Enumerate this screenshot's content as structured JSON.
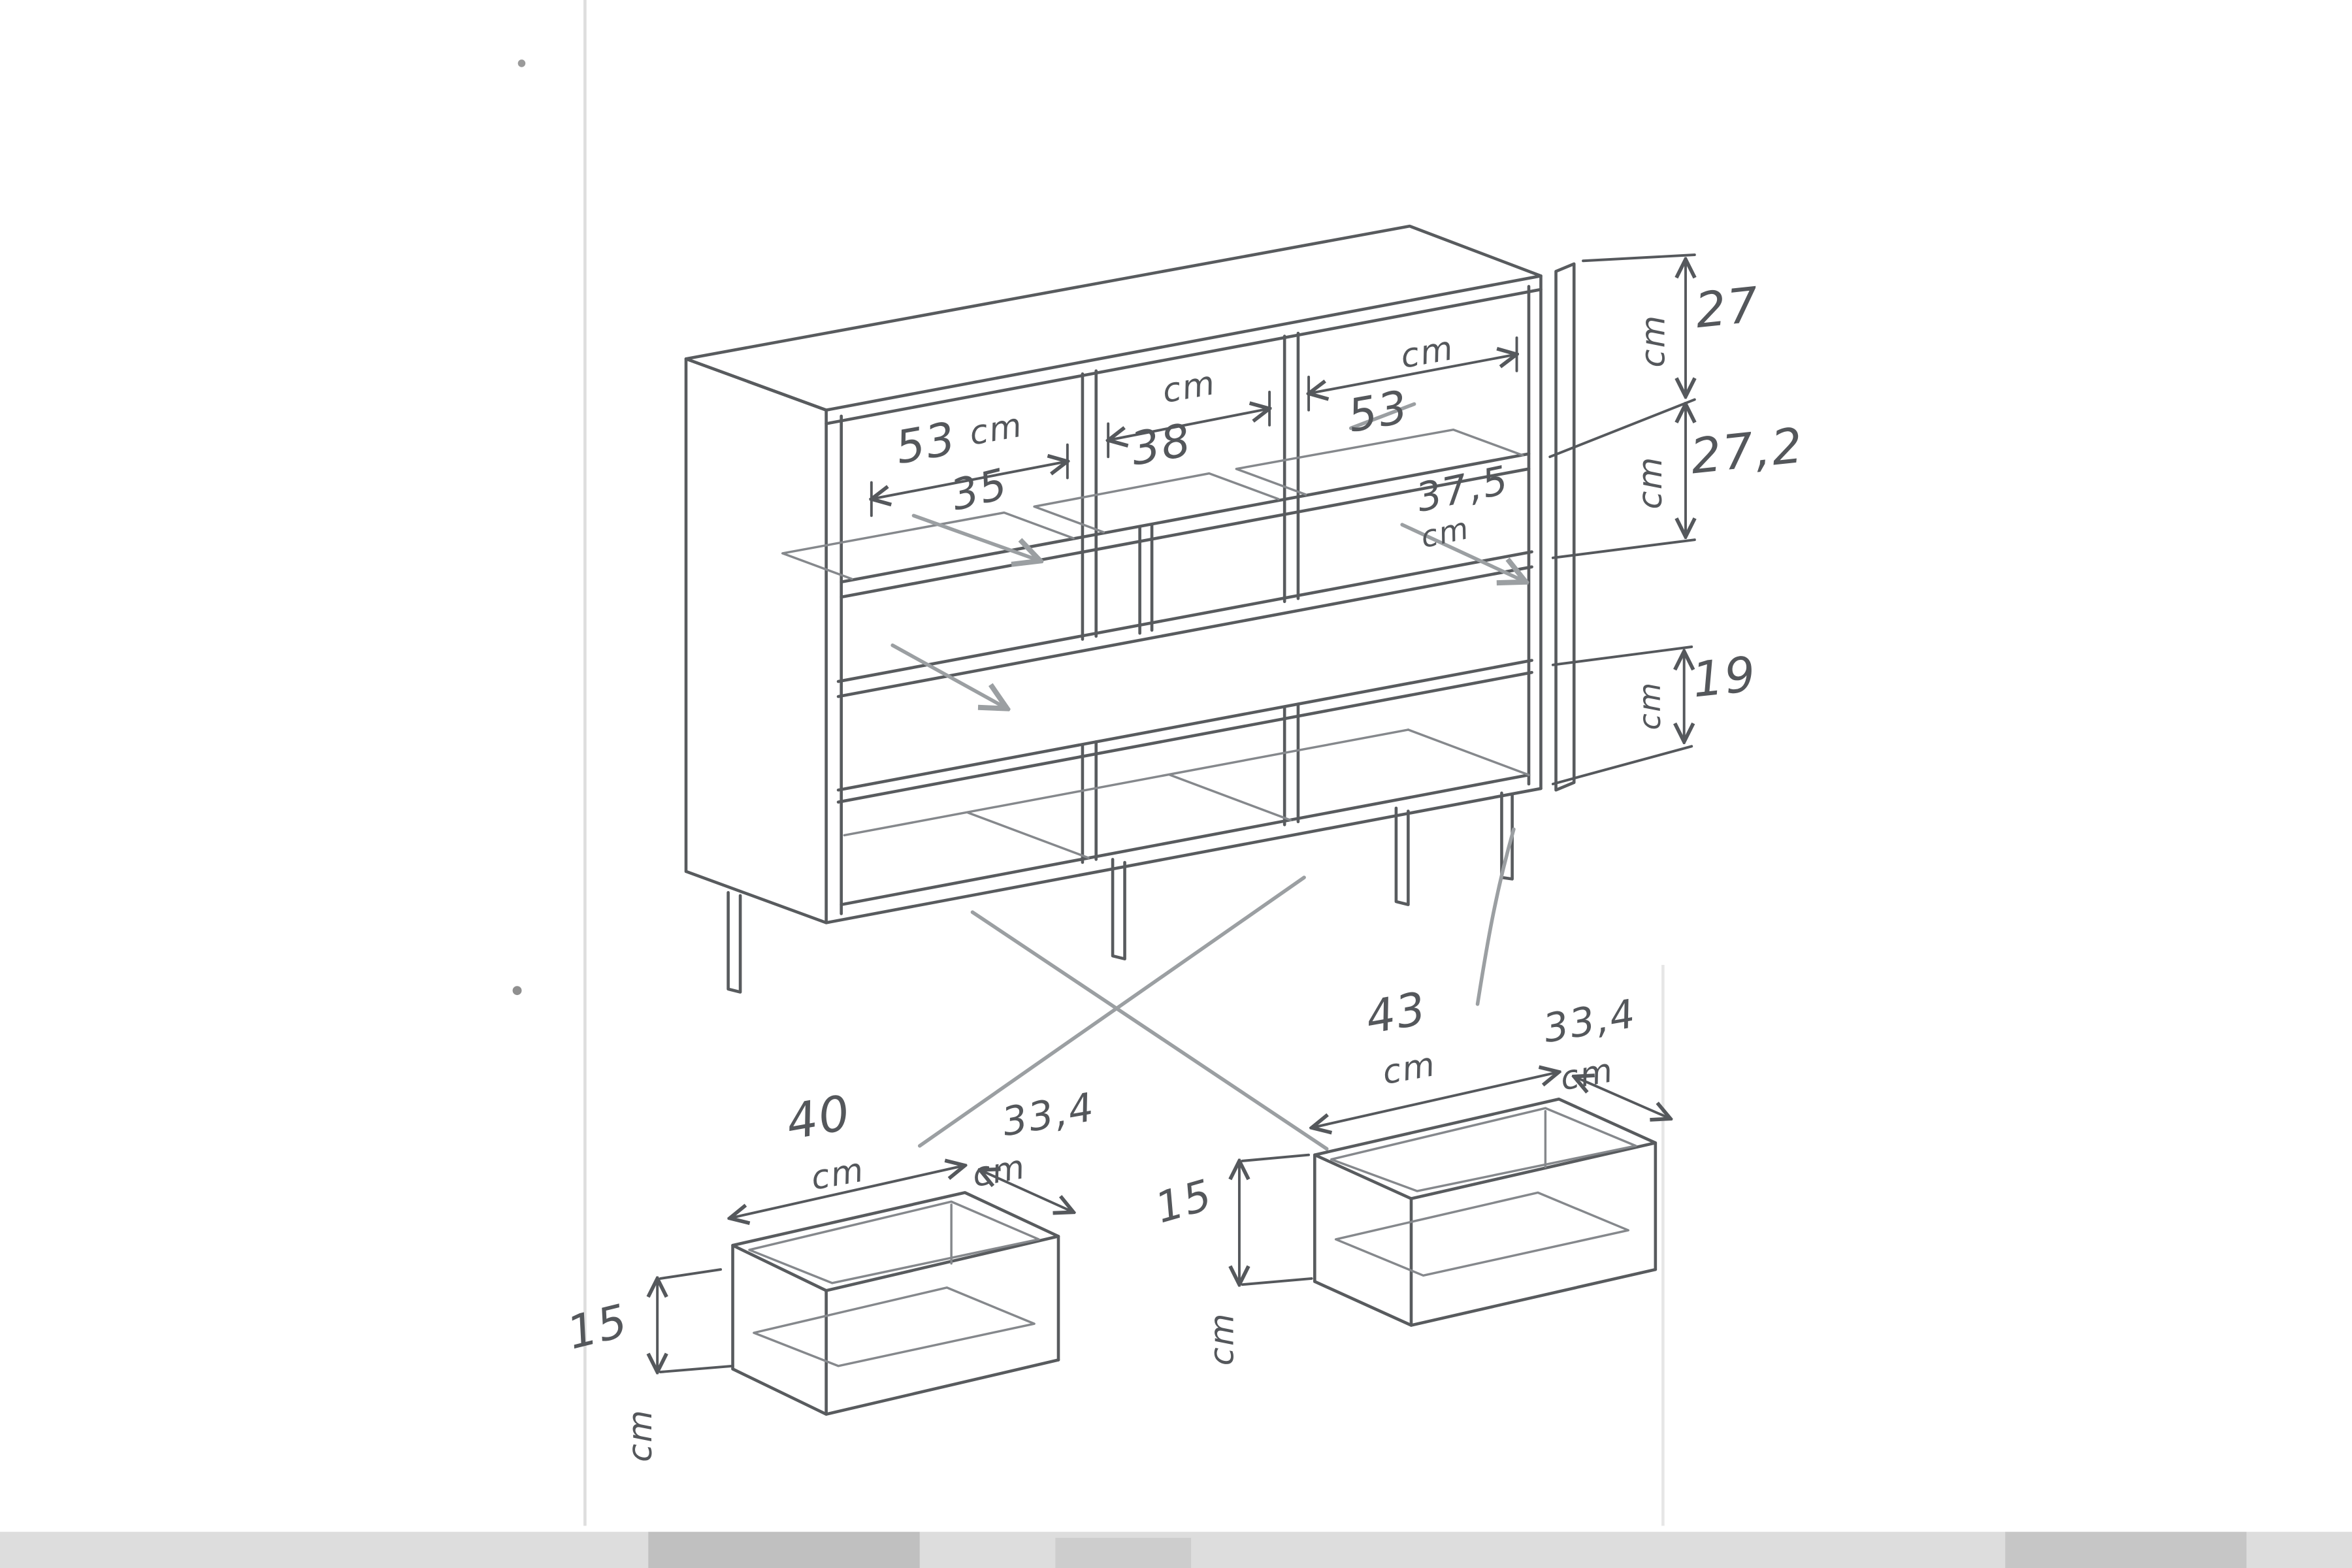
{
  "sketch": {
    "cabinet": {
      "top_width_dims": [
        {
          "value": "53",
          "unit": "cm"
        },
        {
          "value": "38",
          "unit": "cm"
        },
        {
          "value": "53",
          "unit": "cm"
        }
      ],
      "shelf_depth_dims": [
        {
          "value": "35",
          "unit": ""
        },
        {
          "value": "37,5",
          "unit": "cm"
        }
      ],
      "height_dims": [
        {
          "value": "27",
          "unit": "cm"
        },
        {
          "value": "27,2",
          "unit": "cm"
        },
        {
          "value": "19",
          "unit": "cm"
        }
      ]
    },
    "drawer_left": {
      "width": "40",
      "width_unit": "cm",
      "depth": "33,4",
      "depth_unit": "cm",
      "height": "15",
      "height_unit": "cm"
    },
    "drawer_right": {
      "width": "43",
      "width_unit": "cm",
      "depth": "33,4",
      "depth_unit": "cm",
      "height": "15",
      "height_unit": "cm"
    }
  },
  "colors": {
    "ink": "#585b5e",
    "pencil": "#9b9fa2",
    "paper": "#ffffff",
    "scan_shadow": "#c6c6c6"
  }
}
